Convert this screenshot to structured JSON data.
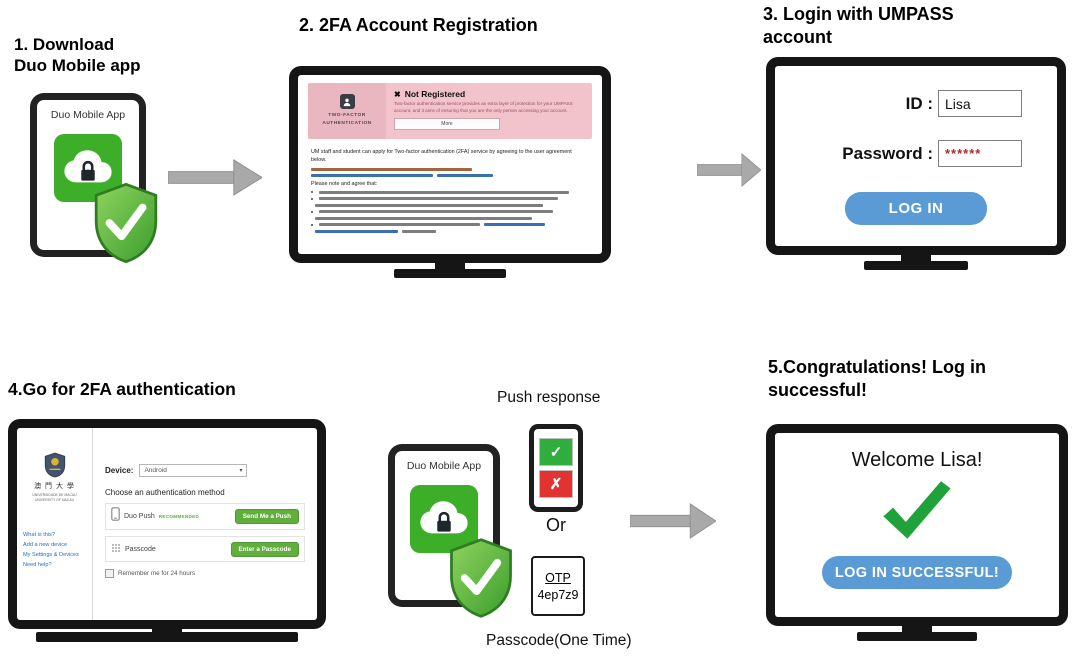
{
  "colors": {
    "accent_blue": "#5b9bd5",
    "duo_green": "#61ae3d",
    "app_green": "#3cae27",
    "check_green": "#1fa23a",
    "error_red": "#e23333",
    "banner_pink": "#f2c3cb",
    "link_blue": "#2a6ebb",
    "arrow_gray": "#a9a9a9"
  },
  "icons": {
    "x_mark": "✖",
    "caret_down": "▾",
    "approve_check": "✓",
    "deny_cross": "✗"
  },
  "step1": {
    "title": "1. Download\nDuo Mobile app",
    "phone_label": "Duo Mobile App"
  },
  "step2": {
    "title": "2. 2FA Account Registration",
    "banner": {
      "left_line1": "TWO-FACTOR",
      "left_line2": "AUTHENTICATION",
      "status_text": "Not Registered",
      "description": "Two-factor authentication service provides an extra layer of protection for your UMPASS account, and it aims of ensuring that you are the only person accessing your account.",
      "more_label": "More"
    },
    "body": {
      "intro": "UM staff and student can apply for Two-factor authentication (2FA) service by agreeing to the user agreement below.",
      "note_heading": "Please note and agree that:"
    }
  },
  "step3": {
    "title": "3. Login with UMPASS\naccount",
    "id_label": "ID :",
    "id_value": "Lisa",
    "password_label": "Password :",
    "password_value": "******",
    "login_button": "LOG IN"
  },
  "step4": {
    "title": "4.Go for 2FA authentication",
    "sidebar": {
      "university_cn": "澳 門 大 學",
      "university_pt": "UNIVERSIDADE DE MACAU",
      "university_en": "UNIVERSITY OF MACAU",
      "links": [
        "What is this?",
        "Add a new device",
        "My Settings & Devices",
        "Need help?"
      ]
    },
    "device_label": "Device:",
    "device_value": "Android",
    "choose_heading": "Choose an authentication method",
    "method1_name": "Duo Push",
    "method1_tag": "RECOMMENDED",
    "method1_button": "Send Me a Push",
    "method2_name": "Passcode",
    "method2_button": "Enter a Passcode",
    "remember_label": "Remember me for 24 hours"
  },
  "middle": {
    "phone_label": "Duo Mobile App",
    "push_label": "Push response",
    "or_label": "Or",
    "otp_title": "OTP",
    "otp_code": "4ep7z9",
    "passcode_label": "Passcode(One Time)"
  },
  "step5": {
    "title": "5.Congratulations! Log in\nsuccessful!",
    "welcome": "Welcome Lisa!",
    "button": "LOG IN SUCCESSFUL!"
  }
}
